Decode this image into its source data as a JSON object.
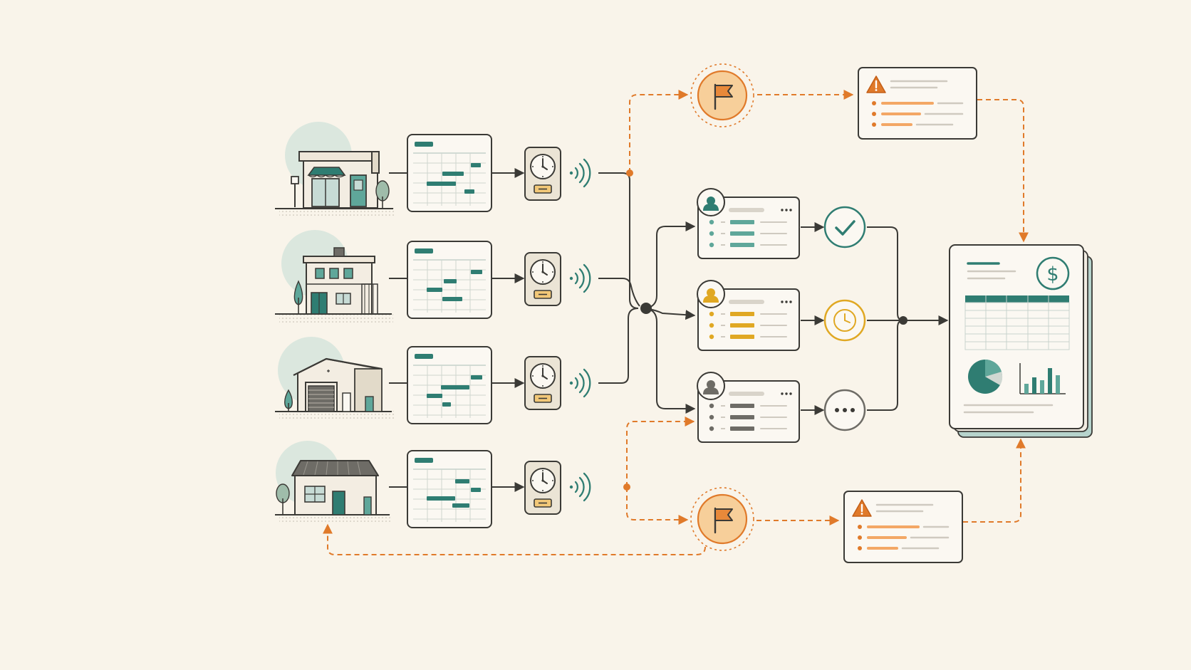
{
  "colors": {
    "background": "#f9f4ea",
    "ink": "#3b3a36",
    "teal": "#2f7d72",
    "teal_light": "#5fa79a",
    "mint_circle": "#dbe7de",
    "orange": "#e07a2a",
    "orange_fill": "#f7cf9a",
    "orange_soft": "#f3a765",
    "amber": "#e0a823",
    "gray": "#6e6c66",
    "card_fill": "#fbf8f2"
  },
  "locations": [
    {
      "kind": "storefront",
      "icon": "storefront-icon"
    },
    {
      "kind": "office",
      "icon": "office-building-icon"
    },
    {
      "kind": "warehouse",
      "icon": "warehouse-icon"
    },
    {
      "kind": "house",
      "icon": "house-icon"
    }
  ],
  "schedule_icon": "schedule-grid-icon",
  "clock_icon": "time-clock-terminal-icon",
  "signal_icon": "wireless-signal-icon",
  "flag_icon": "flag-icon",
  "alert_icon": "warning-triangle-icon",
  "review_rows": [
    {
      "status": "approved",
      "accent": "teal",
      "status_icon": "checkmark-icon"
    },
    {
      "status": "pending",
      "accent": "amber",
      "status_icon": "clock-icon"
    },
    {
      "status": "in-progress",
      "accent": "gray",
      "status_icon": "ellipsis-icon"
    }
  ],
  "payroll_report": {
    "currency_symbol": "$",
    "icon": "payroll-report-icon"
  }
}
